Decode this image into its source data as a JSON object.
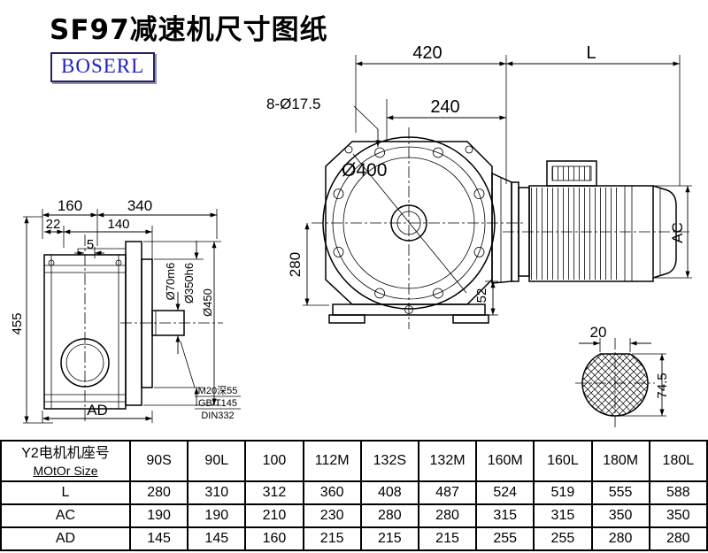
{
  "title": "SF97减速机尺寸图纸",
  "logo": "BOSERL",
  "logo_colors": {
    "text": "#1f1fbf",
    "border": "#23235f"
  },
  "drawing": {
    "d160": "160",
    "d340": "340",
    "d22": "22",
    "d140": "140",
    "d5": "5",
    "d455": "455",
    "dAD": "AD",
    "d70m6": "Ø70m6",
    "d350h6": "Ø350h6",
    "d450": "Ø450",
    "note1": "M20深55",
    "note2": "GB/T145",
    "note3": "DIN332",
    "d420": "420",
    "dL": "L",
    "d8holes": "8-Ø17.5",
    "d240": "240",
    "d400": "Ø400",
    "d280": "280",
    "d52": "52",
    "dAC": "AC",
    "d20": "20",
    "d745": "74.5"
  },
  "table": {
    "header_cn": "Y2电机机座号",
    "header_en": "MOtOr Size",
    "columns": [
      "90S",
      "90L",
      "100",
      "112M",
      "132S",
      "132M",
      "160M",
      "160L",
      "180M",
      "180L"
    ],
    "rows": [
      {
        "label": "L",
        "values": [
          "280",
          "310",
          "312",
          "360",
          "408",
          "487",
          "524",
          "519",
          "555",
          "588"
        ]
      },
      {
        "label": "AC",
        "values": [
          "190",
          "190",
          "210",
          "230",
          "280",
          "280",
          "315",
          "315",
          "350",
          "350"
        ]
      },
      {
        "label": "AD",
        "values": [
          "145",
          "145",
          "160",
          "215",
          "215",
          "215",
          "255",
          "255",
          "280",
          "280"
        ]
      }
    ]
  }
}
